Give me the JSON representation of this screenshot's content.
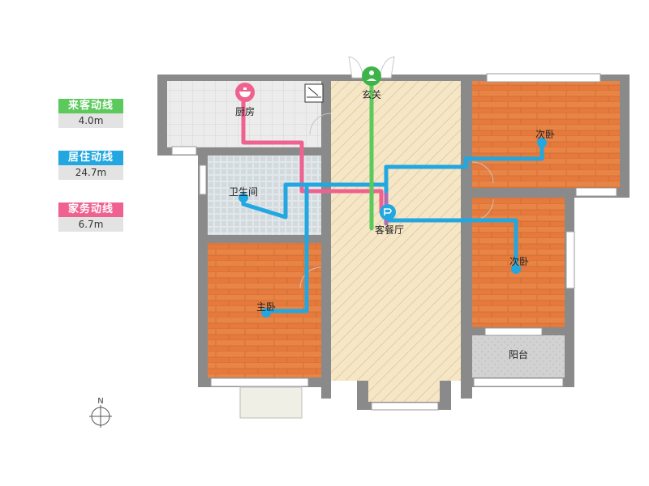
{
  "legend": [
    {
      "label": "来客动线",
      "value": "4.0m",
      "color": "#5cc95c"
    },
    {
      "label": "居住动线",
      "value": "24.7m",
      "color": "#22a7e0"
    },
    {
      "label": "家务动线",
      "value": "6.7m",
      "color": "#ef6290"
    }
  ],
  "rooms": {
    "kitchen": "厨房",
    "entrance": "玄关",
    "bathroom": "卫生间",
    "living": "客餐厅",
    "master": "主卧",
    "second_top": "次卧",
    "second_mid": "次卧",
    "balcony": "阳台"
  },
  "compass_label": "N",
  "colors": {
    "wall": "#8a8a8a",
    "bedroom_floor": "#e57a3c",
    "living_floor": "#f5e6c5",
    "kitchen_floor": "#e9e9e9",
    "bath_floor": "#d6dee4",
    "balcony_floor": "#cfcfcf",
    "guest_path": "#5cc95c",
    "living_path": "#22a7e0",
    "chore_path": "#ef6290",
    "combined_path": "#b06bb6"
  }
}
